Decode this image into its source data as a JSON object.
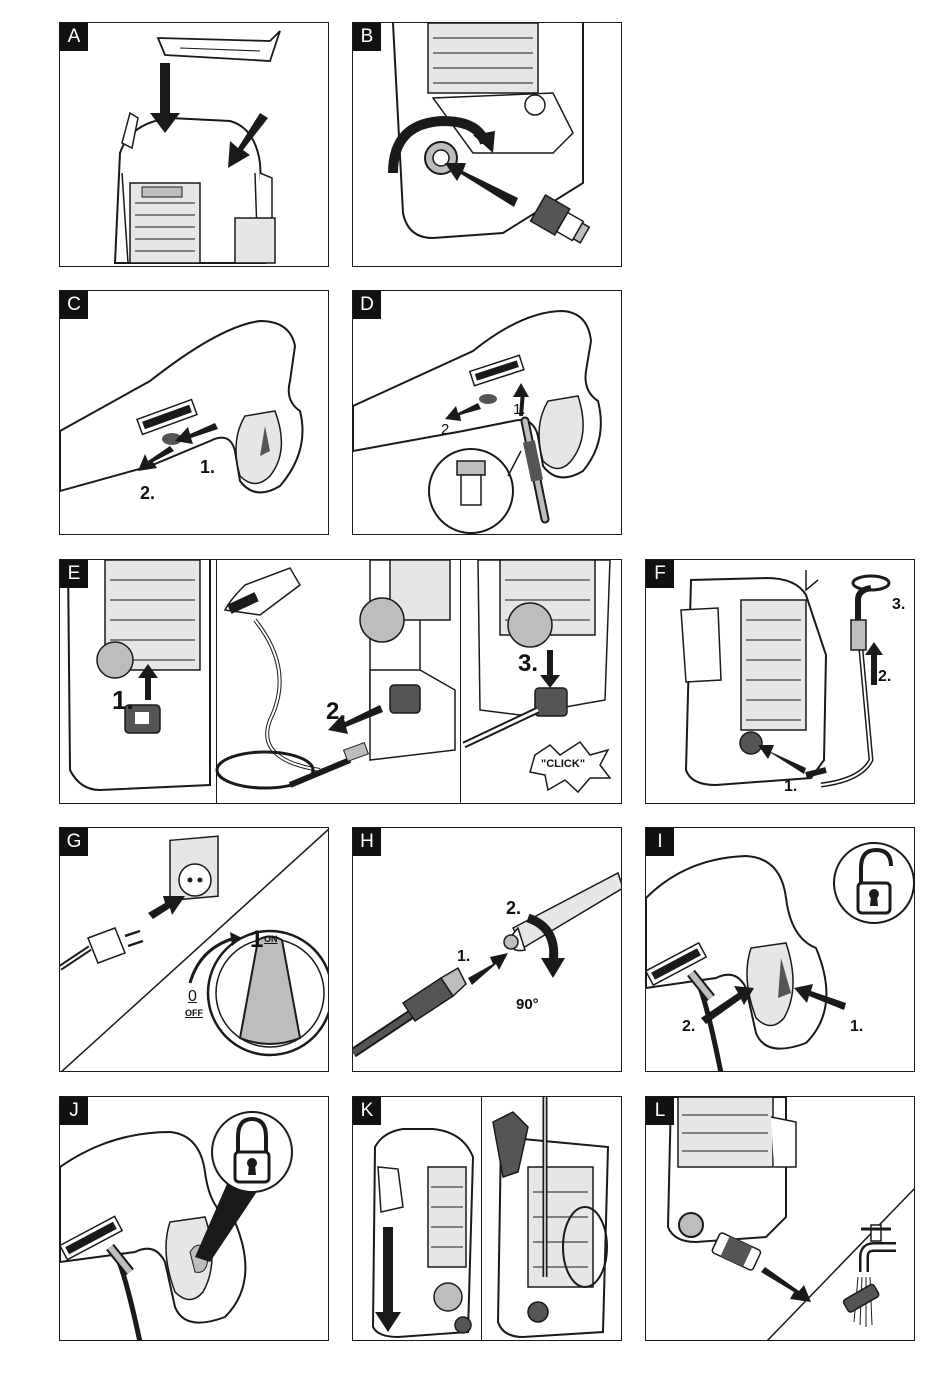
{
  "panels": {
    "A": {
      "letter": "A"
    },
    "B": {
      "letter": "B"
    },
    "C": {
      "letter": "C",
      "steps": [
        "1.",
        "2."
      ]
    },
    "D": {
      "letter": "D",
      "steps": [
        "1.",
        "2."
      ]
    },
    "E": {
      "letter": "E",
      "steps": [
        "1.",
        "2.",
        "3."
      ],
      "click_label": "\"CLICK\""
    },
    "F": {
      "letter": "F",
      "steps": [
        "1.",
        "2.",
        "3."
      ]
    },
    "G": {
      "letter": "G",
      "switch_on": "1",
      "switch_on_label": "ON",
      "switch_off": "0",
      "switch_off_label": "OFF"
    },
    "H": {
      "letter": "H",
      "steps": [
        "1.",
        "2."
      ],
      "angle": "90°"
    },
    "I": {
      "letter": "I",
      "steps": [
        "1.",
        "2."
      ]
    },
    "J": {
      "letter": "J"
    },
    "K": {
      "letter": "K"
    },
    "L": {
      "letter": "L"
    }
  },
  "colors": {
    "line": "#1a1a1a",
    "fill_light": "#e6e6e6",
    "fill_mid": "#bdbdbd",
    "fill_dark": "#555555"
  }
}
